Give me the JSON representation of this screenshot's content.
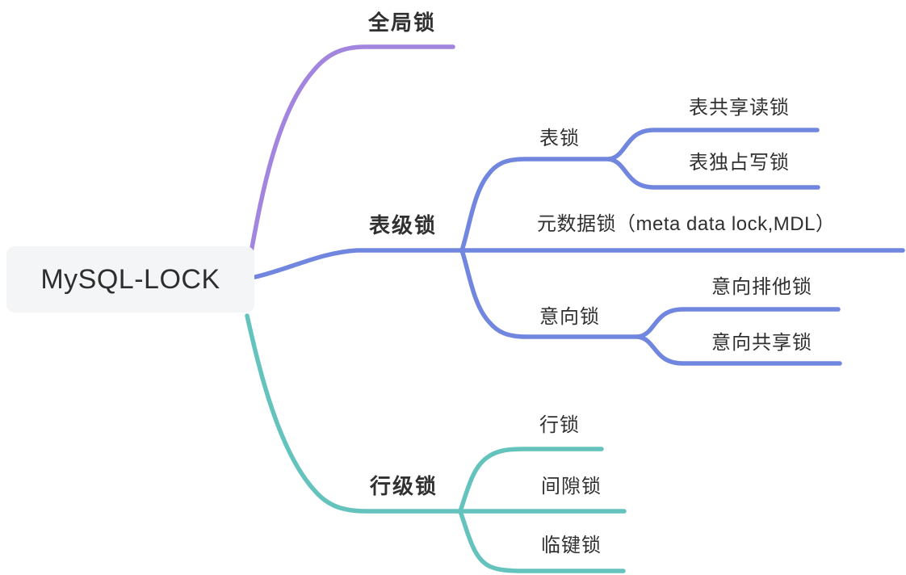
{
  "root": {
    "label": "MySQL-LOCK"
  },
  "branches": [
    {
      "label": "全局锁",
      "children": []
    },
    {
      "label": "表级锁",
      "children": [
        {
          "label": "表锁",
          "children": [
            {
              "label": "表共享读锁"
            },
            {
              "label": "表独占写锁"
            }
          ]
        },
        {
          "label": "元数据锁（meta data lock,MDL）",
          "children": []
        },
        {
          "label": "意向锁",
          "children": [
            {
              "label": "意向排他锁"
            },
            {
              "label": "意向共享锁"
            }
          ]
        }
      ]
    },
    {
      "label": "行级锁",
      "children": [
        {
          "label": "行锁"
        },
        {
          "label": "间隙锁"
        },
        {
          "label": "临键锁"
        }
      ]
    }
  ],
  "colors": {
    "global_branch": "#a285de",
    "table_branch": "#7186de",
    "row_branch": "#65c3bd",
    "root_bg": "#f4f5f6",
    "text": "#303030"
  }
}
